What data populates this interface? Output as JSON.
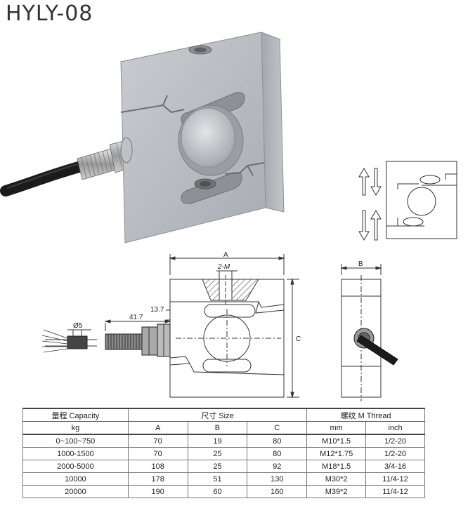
{
  "product": {
    "model": "HYLY-08"
  },
  "dimensions": {
    "A": "A",
    "two_m": "2-M",
    "dim_13_7": "13.7",
    "dim_41_7": "41.7",
    "dim_phi5": "Ø5",
    "C": "C",
    "B": "B"
  },
  "table": {
    "header1": [
      "量程 Capacity",
      "尺寸 Size",
      "螺纹 M Thread"
    ],
    "header2": [
      "kg",
      "A",
      "B",
      "C",
      "mm",
      "inch"
    ],
    "rows": [
      [
        "0~100~750",
        "70",
        "19",
        "80",
        "M10*1.5",
        "1/2-20"
      ],
      [
        "1000-1500",
        "70",
        "25",
        "80",
        "M12*1.75",
        "1/2-20"
      ],
      [
        "2000-5000",
        "108",
        "25",
        "92",
        "M18*1.5",
        "3/4-16"
      ],
      [
        "10000",
        "178",
        "51",
        "130",
        "M30*2",
        "11/4-12"
      ],
      [
        "20000",
        "190",
        "60",
        "160",
        "M39*2",
        "11/4-12"
      ]
    ]
  },
  "colors": {
    "metal": "#b9bcc2",
    "metal_dark": "#8f9298",
    "line": "#333333",
    "hatch": "#555555"
  }
}
